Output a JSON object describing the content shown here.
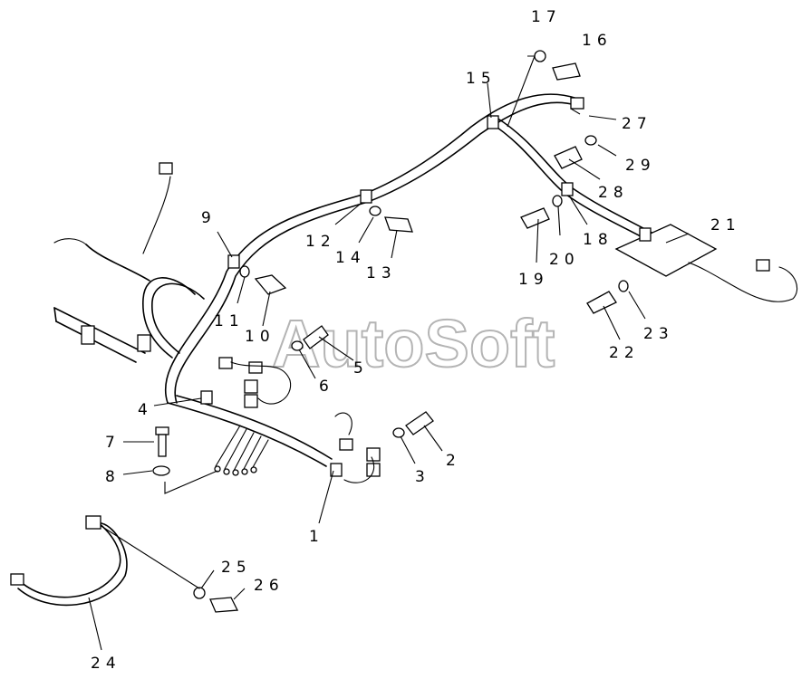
{
  "watermark": "AutoSoft",
  "callouts": [
    "1",
    "2",
    "3",
    "4",
    "5",
    "6",
    "7",
    "8",
    "9",
    "10",
    "11",
    "12",
    "13",
    "14",
    "15",
    "16",
    "17",
    "18",
    "19",
    "20",
    "21",
    "22",
    "23",
    "24",
    "25",
    "26",
    "27",
    "28",
    "29"
  ]
}
